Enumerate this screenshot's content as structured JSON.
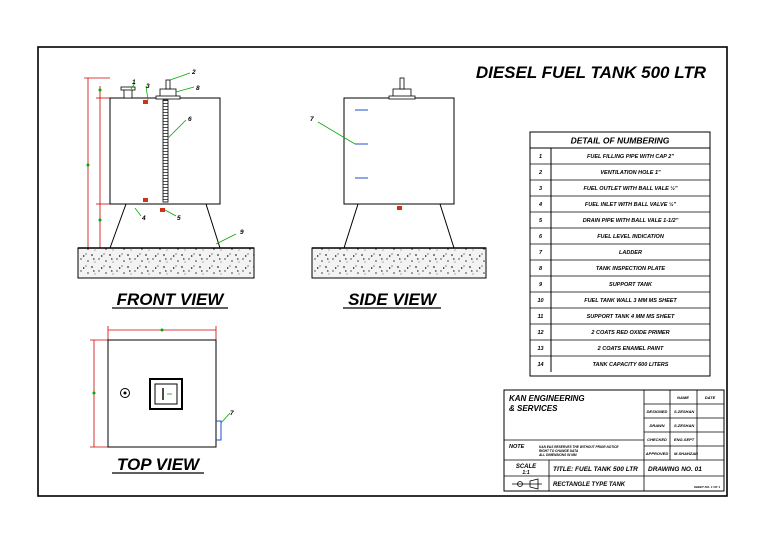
{
  "title": "DIESEL FUEL TANK 500 LTR",
  "views": {
    "front": "FRONT VIEW",
    "side": "SIDE VIEW",
    "top": "TOP VIEW"
  },
  "callouts": {
    "front": [
      "1",
      "2",
      "3",
      "8",
      "6",
      "4",
      "5",
      "9"
    ],
    "side": [
      "7"
    ],
    "top": [
      "7"
    ]
  },
  "numbering": {
    "heading": "DETAIL OF NUMBERING",
    "rows": [
      {
        "no": "1",
        "desc": "FUEL FILLING PIPE WITH CAP 2\""
      },
      {
        "no": "2",
        "desc": "VENTILATION HOLE 1\""
      },
      {
        "no": "3",
        "desc": "FUEL OUTLET WITH BALL VALE ½\""
      },
      {
        "no": "4",
        "desc": "FUEL INLET WITH BALL VALVE ½\""
      },
      {
        "no": "5",
        "desc": "DRAIN PIPE WITH BALL VALE 1-1/2\""
      },
      {
        "no": "6",
        "desc": "FUEL LEVEL INDICATION"
      },
      {
        "no": "7",
        "desc": "LADDER"
      },
      {
        "no": "8",
        "desc": "TANK INSPECTION PLATE"
      },
      {
        "no": "9",
        "desc": "SUPPORT TANK"
      },
      {
        "no": "10",
        "desc": "FUEL TANK WALL 3 MM MS SHEET"
      },
      {
        "no": "11",
        "desc": "SUPPORT TANK 4 MM MS SHEET"
      },
      {
        "no": "12",
        "desc": "2 COATS RED OXIDE PRIMER"
      },
      {
        "no": "13",
        "desc": "2 COATS ENAMEL PAINT"
      },
      {
        "no": "14",
        "desc": "TANK CAPACITY 600 LITERS"
      }
    ]
  },
  "title_block": {
    "company_line1": "KAN ENGINEERING",
    "company_line2": "& SERVICES",
    "col_name": "NAME",
    "col_date": "DATE",
    "roles": [
      {
        "role": "DESIGNED",
        "name": "S.ZESHAN"
      },
      {
        "role": "DRAWN",
        "name": "S.ZESHAN"
      },
      {
        "role": "CHECKED",
        "name": "ENG.SEPT"
      },
      {
        "role": "APPROVED",
        "name": "M.SHAHZAD"
      }
    ],
    "note_label": "NOTE",
    "note_line1": "KAN E&S RESERVES THE WITHOUT PRIOR NOTICE",
    "note_line2": "RIGHT TO CHANGE DATA",
    "note_line3": "ALL DIMENSIONS IN MM",
    "scale_label": "SCALE",
    "scale_value": "1:1",
    "title_text": "TITLE: FUEL TANK 500 LTR",
    "drawing_no": "DRAWING NO. 01",
    "subtitle": "RECTANGLE TYPE TANK",
    "sheet_no": "SHEET NO. 1 OF 1"
  },
  "colors": {
    "line": "#000000",
    "dimension": "#cc0000",
    "leader": "#00aa00",
    "accent": "#1f4fd1",
    "valve": "#d0311a"
  }
}
